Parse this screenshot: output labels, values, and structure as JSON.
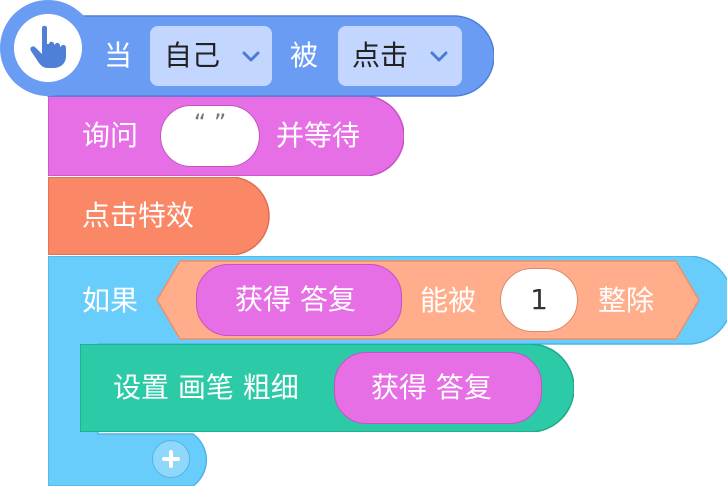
{
  "hat_block": {
    "prefix": "当",
    "target_value": "自己",
    "middle": "被",
    "event_value": "点击",
    "icon": "hand-pointer-icon"
  },
  "ask_block": {
    "label": "询问",
    "input_value": "“ ”",
    "suffix": "并等待"
  },
  "effect_block": {
    "label": "点击特效"
  },
  "if_block": {
    "label": "如果",
    "condition": {
      "reporter": "获得 答复",
      "operator": "能被",
      "number": "1",
      "suffix": "整除"
    },
    "add_icon": "plus-icon"
  },
  "pen_block": {
    "label": "设置 画笔 粗细",
    "reporter": "获得 答复"
  },
  "colors": {
    "event": "#6a9cf3",
    "sensing": "#e76fe5",
    "looks": "#fa8766",
    "control": "#69cdfb",
    "operator": "#ffad8a",
    "pen": "#2ccaa6",
    "dropdown": "#c3d6ff"
  }
}
